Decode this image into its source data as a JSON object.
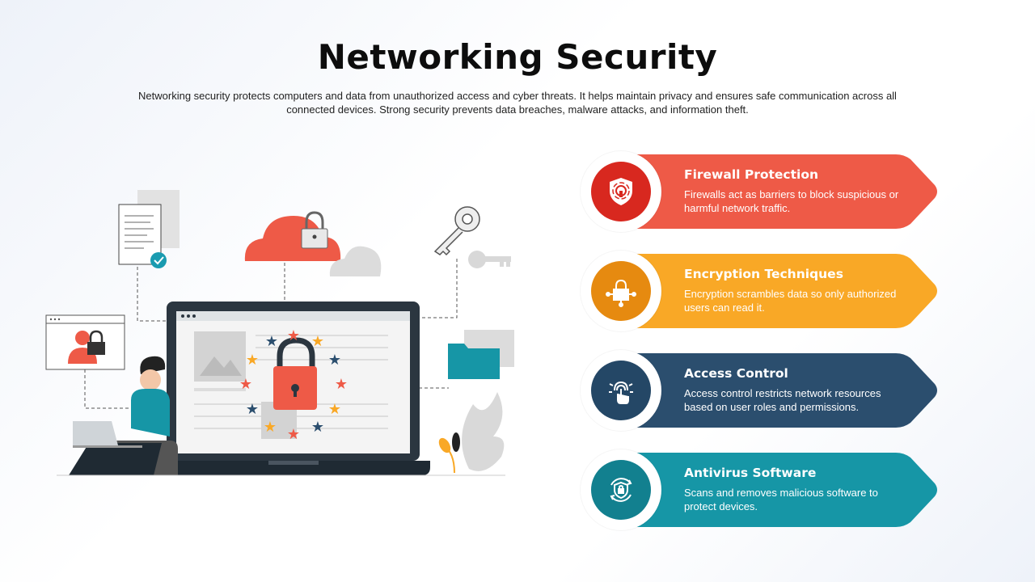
{
  "slide": {
    "title": "Networking Security",
    "subtitle": "Networking security protects computers and data from unauthorized access and cyber threats. It helps maintain privacy and ensures safe communication across all connected devices. Strong security prevents data breaches, malware attacks, and information theft."
  },
  "cards": [
    {
      "title": "Firewall Protection",
      "description": "Firewalls act as barriers to block suspicious or harmful network traffic.",
      "color": "#ee5a47",
      "icon_color": "#d8281f",
      "icon": "shield-icon"
    },
    {
      "title": "Encryption Techniques",
      "description": "Encryption scrambles data so only authorized users can read it.",
      "color": "#f9a826",
      "icon_color": "#e68a10",
      "icon": "lock-network-icon"
    },
    {
      "title": "Access Control",
      "description": "Access control restricts network resources based on user roles and permissions.",
      "color": "#2b4e6e",
      "icon_color": "#244766",
      "icon": "fingerprint-access-icon"
    },
    {
      "title": "Antivirus Software",
      "description": "Scans and removes malicious software to protect devices.",
      "color": "#1696a6",
      "icon_color": "#12808f",
      "icon": "antivirus-shield-icon"
    }
  ]
}
